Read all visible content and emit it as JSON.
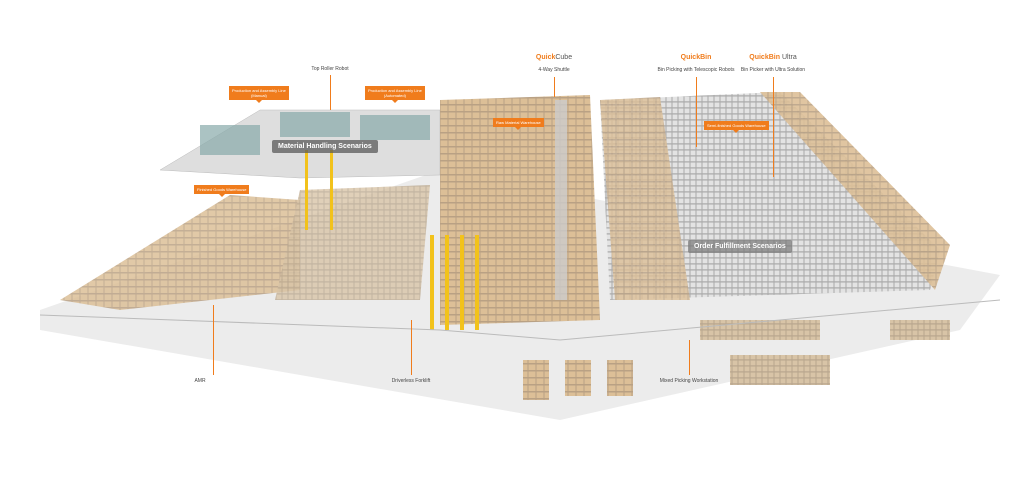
{
  "brands": {
    "quickcube": {
      "a": "Quick",
      "b": "Cube",
      "sub": "4-Way Shuttle"
    },
    "quickbin": {
      "a": "QuickBin",
      "sub": "Bin Picking with Telescopic Robots"
    },
    "quickbin_ultra": {
      "a": "QuickBin",
      "b": " Ultra",
      "sub": "Bin Picker with Ultra Solution"
    }
  },
  "callouts": {
    "top_roller": "Top Roller Robot",
    "prod_manual": "Production and Assembly Line\n(Manual)",
    "prod_auto": "Production and Assembly Line\n(Automated)",
    "finished": "Finished Goods Warehouse",
    "raw": "Raw Material Warehouse",
    "semi": "Semi-finished Goods Warehouse",
    "amr": "AMR",
    "forklift": "Driverless Forklift",
    "mixed": "Mixed Picking Workstation"
  },
  "scenarios": {
    "material": "Material Handling Scenarios",
    "order": "Order Fulfillment Scenarios"
  },
  "colors": {
    "accent": "#f07c1c",
    "box": "#d9b88f",
    "rack": "#c9c9c9",
    "upright": "#f2c21b"
  }
}
